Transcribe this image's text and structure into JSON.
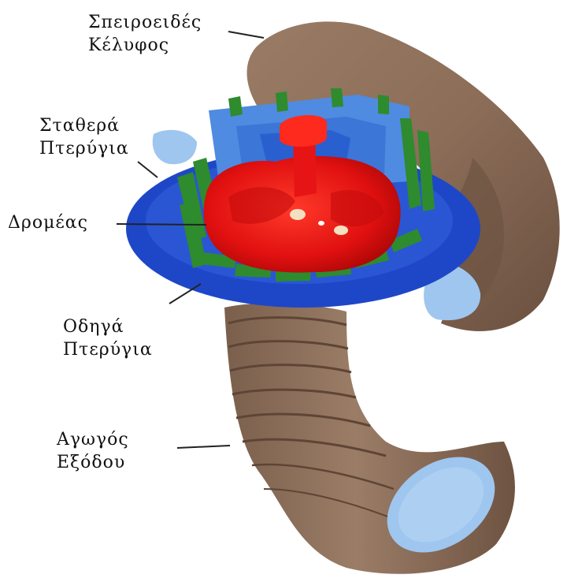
{
  "labels": {
    "spiral_casing": {
      "line1": "Σπειροειδές",
      "line2": "Κέλυφος"
    },
    "stay_vanes": {
      "line1": "Σταθερά",
      "line2": "Πτερύγια"
    },
    "runner": {
      "line1": "Δρομέας"
    },
    "guide_vanes": {
      "line1": "Οδηγά",
      "line2": "Πτερύγια"
    },
    "outlet_duct": {
      "line1": "Αγωγός",
      "line2": "Εξόδου"
    }
  },
  "colors": {
    "casing": "#8b6d58",
    "casing_dark": "#6f5443",
    "ring": "#1e47c8",
    "ring_light": "#4f8be0",
    "pale_blue": "#9ec6ef",
    "runner": "#e01010",
    "blades": "#2e8b2e"
  }
}
